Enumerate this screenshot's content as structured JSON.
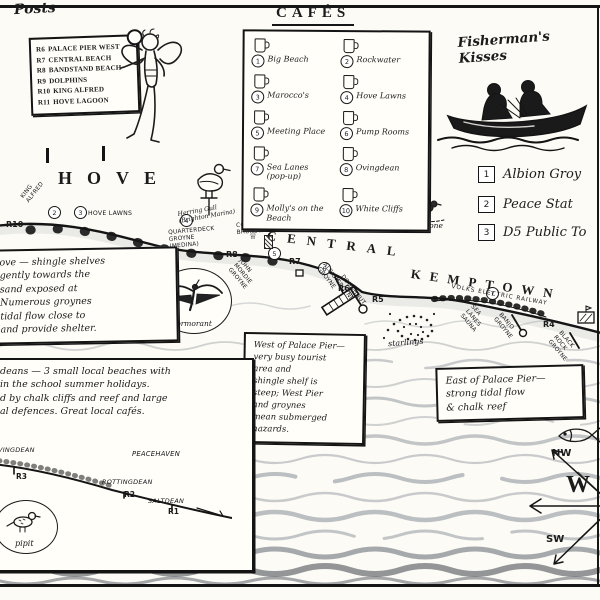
{
  "colors": {
    "ink": "#1b1b1b",
    "paper": "#fcfbf6",
    "wash": "#7c838b"
  },
  "headers": {
    "posts": "Posts",
    "cafes": "CAFÉS",
    "kisses": "Fisherman's Kisses"
  },
  "icons": {
    "crown": "♕"
  },
  "posts_sign": {
    "items": [
      {
        "id": "R6",
        "label": "PALACE PIER WEST"
      },
      {
        "id": "R7",
        "label": "CENTRAL BEACH"
      },
      {
        "id": "R8",
        "label": "BANDSTAND BEACH"
      },
      {
        "id": "R9",
        "label": "DOLPHINS"
      },
      {
        "id": "R10",
        "label": "KING ALFRED"
      },
      {
        "id": "R11",
        "label": "HOVE LAGOON"
      }
    ]
  },
  "cafes": {
    "items": [
      {
        "num": "1",
        "label": "Big Beach"
      },
      {
        "num": "2",
        "label": "Rockwater"
      },
      {
        "num": "3",
        "label": "Marocco's"
      },
      {
        "num": "4",
        "label": "Hove Lawns"
      },
      {
        "num": "5",
        "label": "Meeting Place"
      },
      {
        "num": "6",
        "label": "Pump Rooms"
      },
      {
        "num": "7",
        "label": "Sea Lanes (pop-up)"
      },
      {
        "num": "8",
        "label": "Ovingdean"
      },
      {
        "num": "9",
        "label": "Molly's on the Beach"
      },
      {
        "num": "10",
        "label": "White Cliffs"
      }
    ]
  },
  "kisses": {
    "items": [
      {
        "num": "1",
        "label": "Albion Groy"
      },
      {
        "num": "2",
        "label": "Peace Stat"
      },
      {
        "num": "3",
        "label": "D5 Public To"
      }
    ]
  },
  "areas": {
    "hove": "HOVE",
    "central": "CENTRAL",
    "kemptown": "KEMPTOWN"
  },
  "coast": {
    "r_markers": [
      {
        "id": "R10"
      },
      {
        "id": "R9"
      },
      {
        "id": "R8"
      },
      {
        "id": "R7"
      },
      {
        "id": "R6"
      },
      {
        "id": "R5"
      },
      {
        "id": "R4"
      }
    ],
    "cafe_markers": [
      "2",
      "3",
      "4",
      "5",
      "6",
      "7"
    ],
    "labels": {
      "king_alfred": "KING ALFRED",
      "hove_lawns": "HOVE LAWNS",
      "quarterdeck": "QUARTERDECK GROYNE (MEDINA)",
      "costa": "COSTA DEL BRUNSWICK",
      "john_mordie": "JOHN MORDIE GROYNE",
      "albion": "ALBION GROYNE",
      "doughnut": "DOUGHNUT GROYNE",
      "volks": "VOLKS ELECTRIC RAILWAY",
      "sea_lanes": "SEA LANES SAUNA",
      "banjo": "BANJO GROYNE",
      "black_rock": "BLACK ROCK GROYNE"
    }
  },
  "wildlife": {
    "herring_gull": "Herring Gull",
    "herring_gull_sub": "(Brighton Marina)",
    "turnstone": "turnstone",
    "cormorant": "cormorant",
    "starlings": "starlings",
    "pipit": "pipit"
  },
  "notes": {
    "hove": {
      "lines": [
        "ove — shingle shelves",
        "gently towards the",
        "sand exposed at",
        "Numerous groynes",
        "tidal flow close to",
        "and provide shelter."
      ]
    },
    "deans": {
      "lines": [
        "deans — 3 small local beaches with",
        "in the school summer holidays.",
        "d by chalk cliffs and reef and large",
        "al defences. Great local cafés."
      ]
    },
    "west": {
      "lines": [
        "West of Palace Pier—",
        "very busy tourist",
        "area and",
        "shingle shelf is",
        "steep; West Pier",
        "and groynes",
        "mean submerged",
        "hazards."
      ]
    },
    "east": {
      "lines": [
        "East of Palace Pier—",
        "strong tidal flow",
        "& chalk reef"
      ]
    }
  },
  "mini_map": {
    "labels": {
      "ovingdean": "VINGDEAN",
      "r3": "R3",
      "rottingdean": "ROTTINGDEAN",
      "r2": "R2",
      "saltdean": "SALTDEAN",
      "r1": "R1",
      "peacehaven": "PEACEHAVEN"
    }
  },
  "compass": {
    "nw": "NW",
    "w": "W",
    "sw": "SW"
  }
}
